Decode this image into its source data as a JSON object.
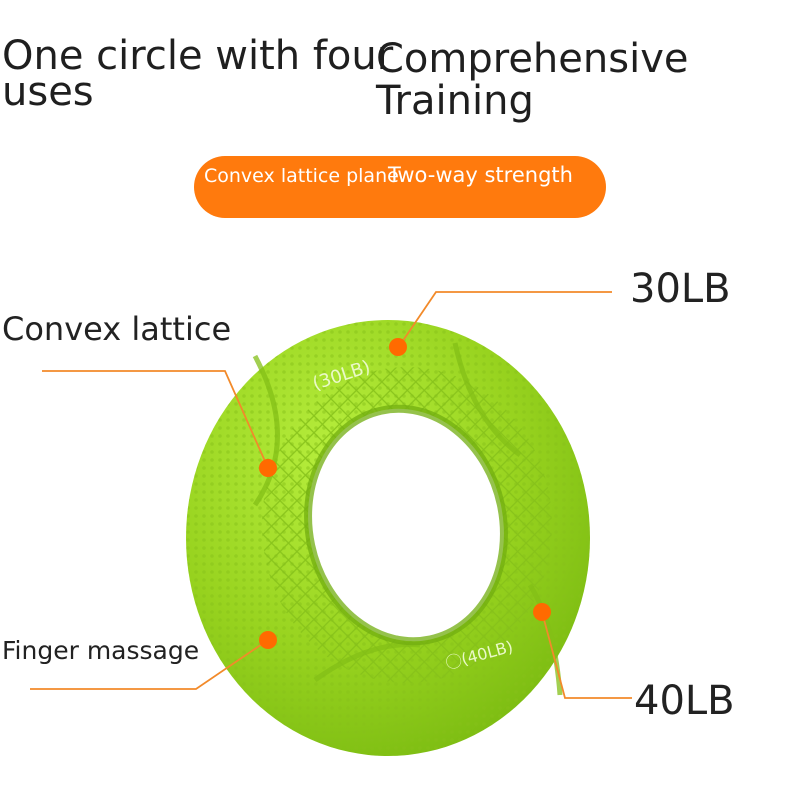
{
  "header": {
    "title_left_line1": "One circle with four",
    "title_left_line2": "uses",
    "title_right_line1": "Comprehensive",
    "title_right_line2": "Training"
  },
  "pill": {
    "text1": "Convex lattice plane",
    "text2": "Two-way strength"
  },
  "callouts": {
    "weight_top": "30LB",
    "weight_bottom": "40LB",
    "convex": "Convex lattice",
    "finger": "Finger massage"
  },
  "ring_marks": {
    "top_mark": "(30LB)",
    "bottom_mark": "⃝(40LB)"
  },
  "colors": {
    "accent": "#ff7a0d",
    "ring": "#9ad61f",
    "ring_dark": "#76b70f",
    "text": "#222222"
  }
}
